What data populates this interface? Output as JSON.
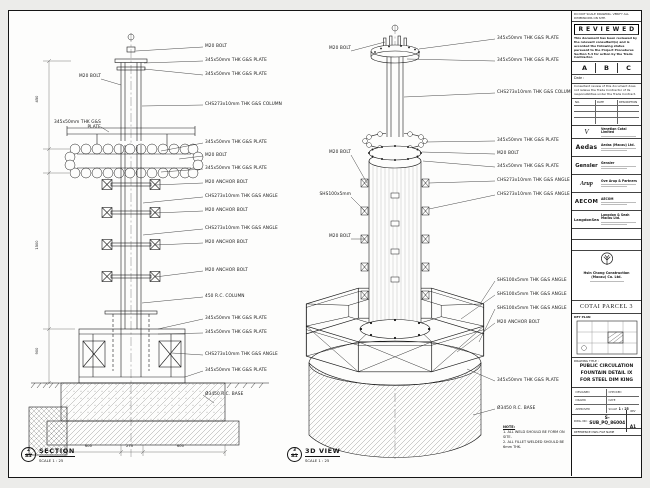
{
  "sheet": {
    "top_note": "DO NOT SCALE DRAWING. VERIFY ALL DIMENSIONS ON SITE.",
    "section_view": {
      "marker_no": "2",
      "marker_sheet": "A1",
      "title": "SECTION",
      "scale": "SCALE 1 : 25",
      "callouts_right": [
        "M20 BOLT",
        "345x50mm THK G&S PLATE",
        "345x50mm THK G&S PLATE",
        "CHS273x10mm THK G&S COLUMN",
        "345x50mm THK G&S PLATE",
        "M20 BOLT",
        "345x50mm THK G&S PLATE",
        "M20 ANCHOR BOLT",
        "CHS273x10mm THK G&S ANGLE",
        "M20 ANCHOR BOLT",
        "CHS273x10mm THK G&S ANGLE",
        "M20 ANCHOR BOLT",
        "M20 ANCHOR BOLT",
        "450 R.C. COLUMN",
        "345x50mm THK G&S PLATE",
        "345x50mm THK G&S PLATE",
        "CHS273x10mm THK G&S ANGLE",
        "345x50mm THK G&S PLATE",
        "Ø3450 R.C. BASE"
      ],
      "callouts_left": [
        "M20 BOLT",
        "345x50mm THK G&S PLATE"
      ],
      "dims_left": [
        "450",
        "1500",
        "900"
      ],
      "dims_bottom": [
        "600",
        "273",
        "600"
      ]
    },
    "iso_view": {
      "marker_no": "3",
      "marker_sheet": "A1",
      "title": "3D VIEW",
      "scale": "SCALE 1 : 25",
      "callouts_right": [
        "345x50mm THK G&S PLATE",
        "345x50mm THK G&S PLATE",
        "CHS273x10mm THK G&S COLUMN",
        "345x50mm THK G&S PLATE",
        "M20 BOLT",
        "345x50mm THK G&S PLATE",
        "CHS273x10mm THK G&S ANGLE",
        "CHS273x10mm THK G&S ANGLE",
        "SHS100x5mm THK G&S ANGLE",
        "SHS100x5mm THK G&S ANGLE",
        "SHS100x5mm THK G&S ANGLE",
        "M20 ANCHOR BOLT",
        "345x50mm THK G&S PLATE",
        "Ø3450 R.C. BASE"
      ],
      "callouts_left": [
        "M20 BOLT",
        "M20 BOLT",
        "SHS100x5mm",
        "M20 BOLT"
      ]
    },
    "notes": {
      "heading": "NOTE:",
      "items": [
        "1. ALL WELD SHOULD BE FORM ON SITE.",
        "2. ALL FILLET WELDED SHOULD BE 6mm THK."
      ]
    },
    "titleblock": {
      "reviewed_stamp": "R E V I E W E D",
      "disclaimer1": "This document has been reviewed by the relevant consultant(s) and is accorded the following status pursuant to the Project Procedures Section 5.4 for action by the Trade Contractor.",
      "status_options": [
        "A",
        "B",
        "C"
      ],
      "date_label": "Date :",
      "disclaimer2": "Consultant review of this document does not relieve the Trade Contractor of its responsibilities under the Trade Contract.",
      "rev_table_headers": [
        "NO.",
        "DATE",
        "DESCRIPTION"
      ],
      "firms": [
        {
          "logo": "V",
          "name": "Venetian Cotai Limited"
        },
        {
          "logo": "Aedas",
          "name": "Aedas (Macau) Ltd."
        },
        {
          "logo": "Gensler",
          "name": "Gensler"
        },
        {
          "logo": "Arup",
          "name": "Ove Arup & Partners"
        },
        {
          "logo": "AECOM",
          "name": "AECOM"
        },
        {
          "logo": "LangdonSeah",
          "name": "Langdon & Seah Macau Ltd."
        }
      ],
      "contractor": {
        "name_line1": "Hsin Chong Construction",
        "name_line2": "(Macau) Co. Ltd."
      },
      "project": "COTAI PARCEL 3",
      "keyplan_label": "KEY PLAN",
      "drawing_title_label": "DRAWING TITLE :",
      "drawing_title_lines": [
        "PUBLIC CIRCULATION",
        "FOUNTAIN DETAIL IX",
        "FOR STEEL DIM KING"
      ],
      "meta": [
        {
          "label": "DESIGNED",
          "value": ""
        },
        {
          "label": "CHECKED",
          "value": ""
        },
        {
          "label": "DRAWN",
          "value": ""
        },
        {
          "label": "DATE",
          "value": ""
        },
        {
          "label": "APPROVED",
          "value": ""
        },
        {
          "label": "SCALE",
          "value": "1 : 25"
        }
      ],
      "dwg_no_label": "DWG. NO :",
      "dwg_no": "S-SUB_PQ_86004",
      "rev_label": "REV",
      "rev": "A1",
      "bottom_note": "REFERENCE DWG FILE NAME"
    }
  }
}
